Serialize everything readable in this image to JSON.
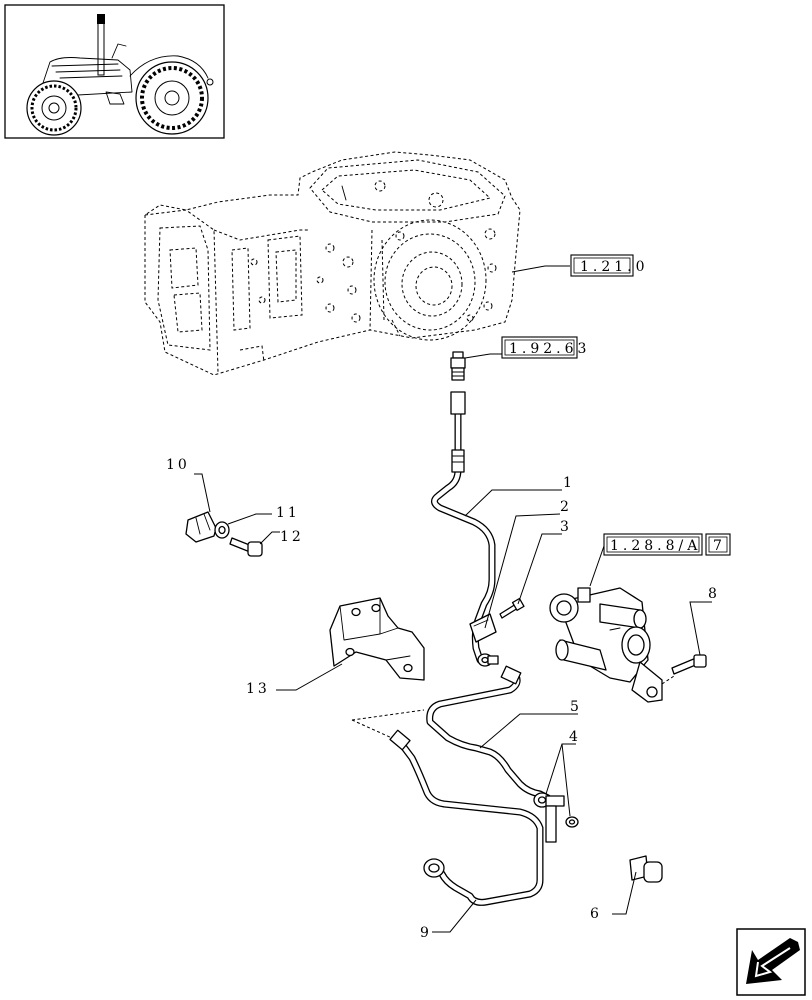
{
  "callouts": {
    "c1": "1",
    "c2": "2",
    "c3": "3",
    "c4": "4",
    "c5": "5",
    "c6": "6",
    "c8": "8",
    "c9": "9",
    "c10": "10",
    "c11": "11",
    "c12": "12",
    "c13": "13"
  },
  "references": {
    "housing": "1.21.0",
    "switch": "1.92.63",
    "cylinder": "1.28.8/A",
    "cylinder_sub": "7"
  },
  "icons": {
    "thumbnail": "tractor-thumbnail-icon",
    "navigation": "next-page-arrow-icon"
  }
}
